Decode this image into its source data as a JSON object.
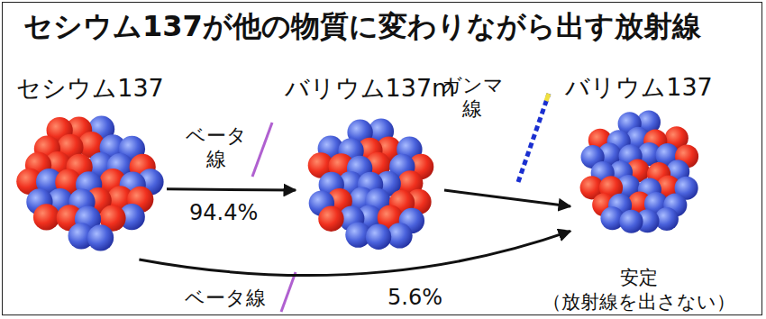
{
  "diagram": {
    "title": "セシウム137が他の物質に変わりながら出す放射線",
    "nodes": [
      {
        "text": [
          "セシウム137"
        ]
      },
      {
        "text": [
          "バリウム137m"
        ]
      },
      {
        "text": [
          "バリウム137",
          "安定 （放射線を出さない）"
        ]
      }
    ],
    "edges": [
      {
        "from": 0,
        "to": 1,
        "label": "ベータ 線",
        "arrow": "to"
      },
      {
        "from": 1,
        "to": 2,
        "label": "ガンマ 線",
        "arrow": "to"
      },
      {
        "from": 0,
        "to": 2,
        "label": "ベータ線",
        "arrow": "to"
      }
    ],
    "labels": [
      "94.4%",
      "5.6%"
    ]
  }
}
